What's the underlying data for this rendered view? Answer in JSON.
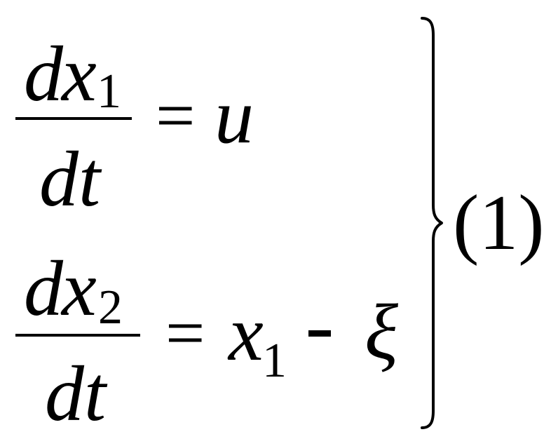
{
  "equations": [
    {
      "num_d": "d",
      "num_x": "x",
      "num_sub": "1",
      "den": "dt",
      "equals": "=",
      "rhs_main": "u"
    },
    {
      "num_d": "d",
      "num_x": "x",
      "num_sub": "2",
      "den": "dt",
      "equals": "=",
      "rhs_main": "x",
      "rhs_sub": "1",
      "rhs_op": "-",
      "rhs_xi": "ξ"
    }
  ],
  "label": "(1)"
}
